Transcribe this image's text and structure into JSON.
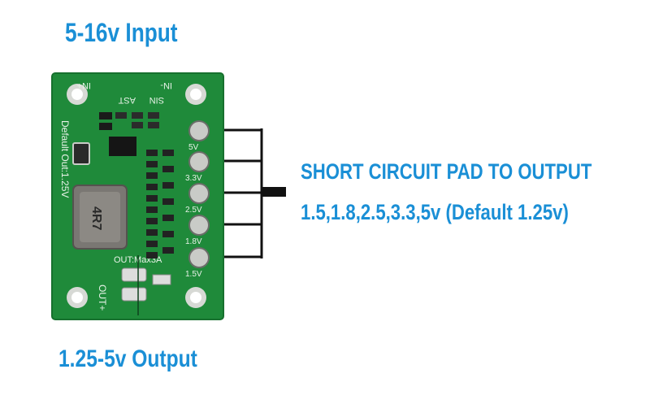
{
  "labels": {
    "input": "5-16v Input",
    "output": "1.25-5v Output",
    "instruction_line1": "SHORT CIRCUIT PAD TO OUTPUT",
    "instruction_line2": "1.5,1.8,2.5,3.3,5v (Default 1.25v)"
  },
  "board": {
    "silkscreen": {
      "in_minus": "IN-",
      "in_plus": "IN+",
      "ast": "AST",
      "sin": "SIN",
      "default_out": "Default Out:1.25V",
      "out_max": "OUT:Max3A",
      "out_plus": "OUT+",
      "inductor": "4R7",
      "pad_5v": "5V",
      "pad_3v3": "3.3V",
      "pad_2v5": "2.5V",
      "pad_1v8": "1.8V",
      "pad_1v5": "1.5V"
    },
    "colors": {
      "pcb": "#1f8a3a",
      "pcb_dark": "#17702e",
      "silk": "#e8f2e8",
      "pad": "#c9cbc7",
      "accent_text": "#1a8fd6"
    }
  }
}
